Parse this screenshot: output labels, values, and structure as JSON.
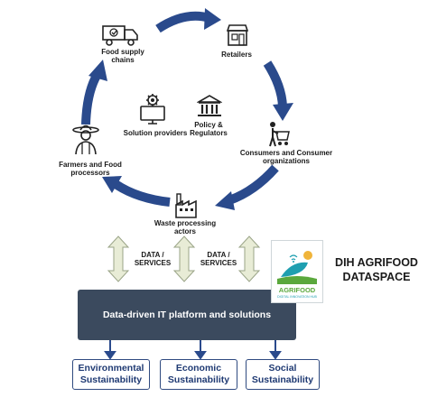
{
  "nodes": {
    "food_supply_chains": "Food supply\nchains",
    "retailers": "Retailers",
    "consumers": "Consumers and Consumer\norganizations",
    "waste_processing": "Waste processing\nactors",
    "farmers": "Farmers and Food\nprocessors",
    "solution_providers": "Solution providers",
    "policy_regulators": "Policy &\nRegulators"
  },
  "data_services_label": "DATA /\nSERVICES",
  "platform_label": "Data-driven IT platform and solutions",
  "sustainability": [
    "Environmental\nSustainability",
    "Economic\nSustainability",
    "Social\nSustainability"
  ],
  "logo": {
    "name": "AGRIFOOD",
    "tagline": "DIGITAL INNOVATION HUB"
  },
  "dataspace_title": "DIH AGRIFOOD\nDATASPACE",
  "colors": {
    "arrow_blue": "#2a4a8c",
    "platform_bg": "#3b4a5e",
    "box_border": "#2f4a80",
    "double_arrow_fill": "#e8ecd6",
    "double_arrow_stroke": "#9aa487",
    "logo_green": "#5aa83c",
    "logo_teal": "#1f9fb0"
  }
}
